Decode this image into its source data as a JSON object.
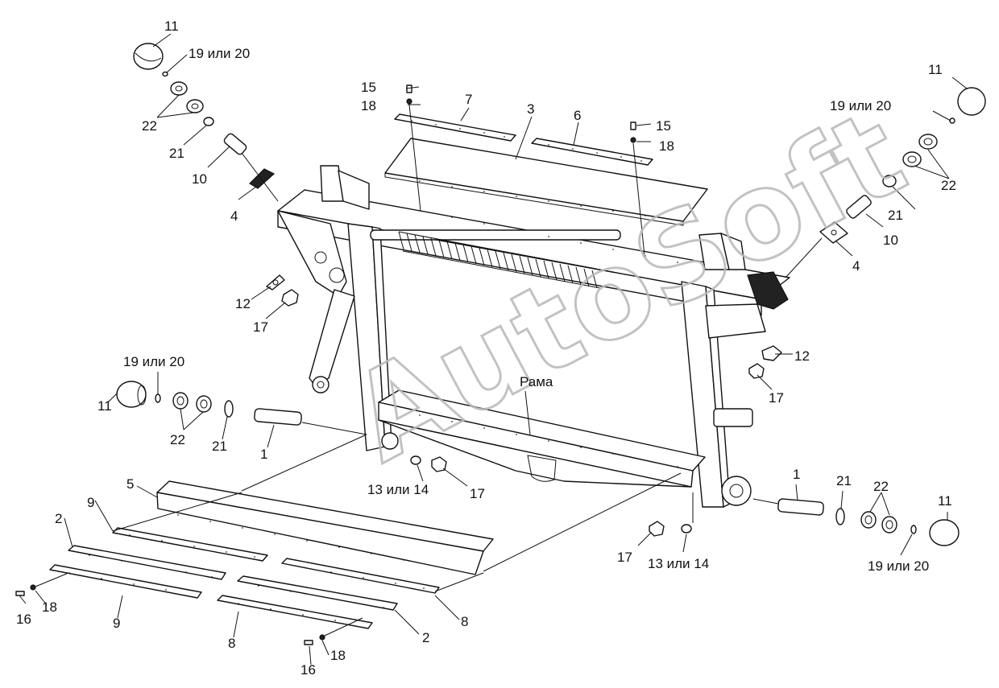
{
  "watermark": "AutoSoft",
  "labels": {
    "frame": "Рама",
    "l1": "1",
    "l2": "2",
    "l3": "3",
    "l4": "4",
    "l5": "5",
    "l6": "6",
    "l7": "7",
    "l8": "8",
    "l9": "9",
    "l10": "10",
    "l11": "11",
    "l12": "12",
    "l15": "15",
    "l16": "16",
    "l17": "17",
    "l18": "18",
    "l21": "21",
    "l22": "22",
    "l13or14": "13 или 14",
    "l19or20": "19 или 20"
  },
  "colors": {
    "line": "#111111",
    "watermark": "#b8b8b8"
  }
}
